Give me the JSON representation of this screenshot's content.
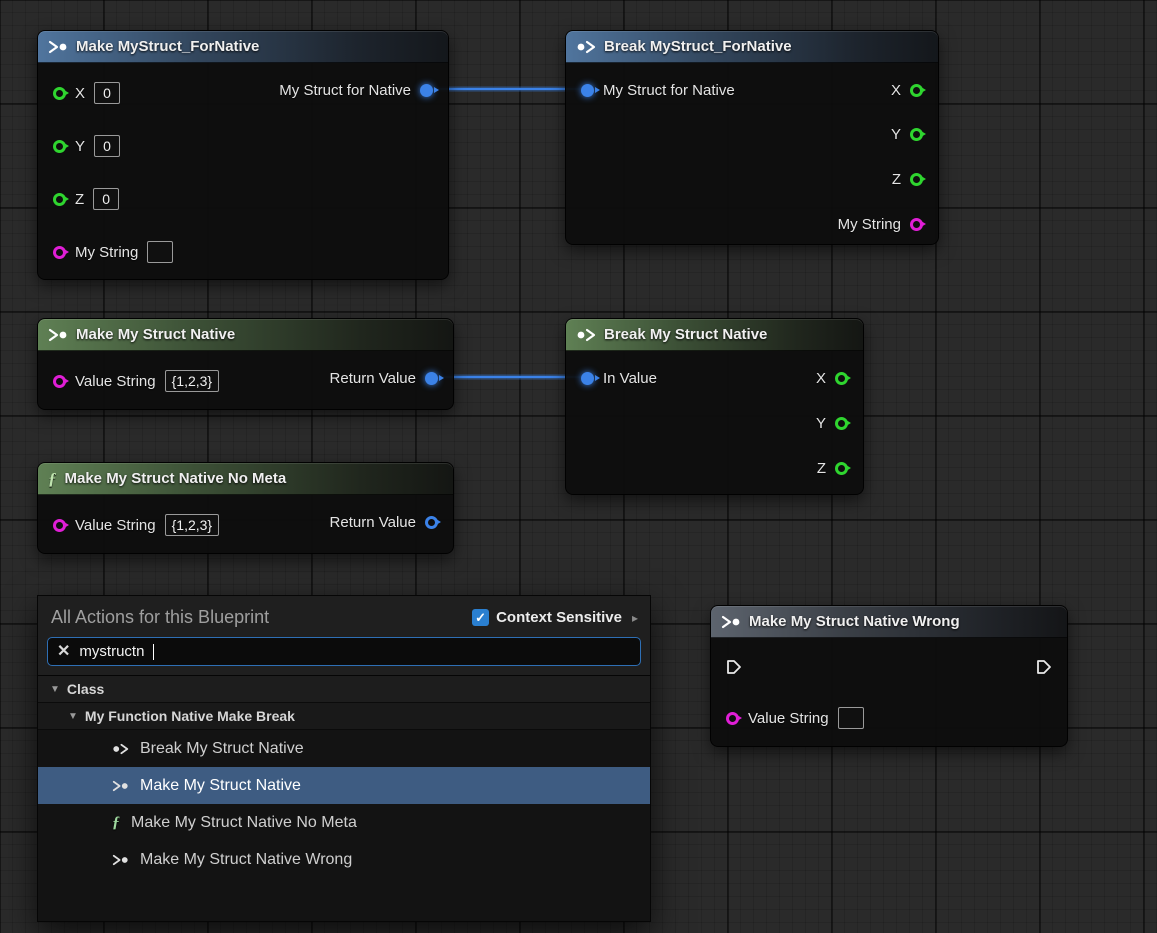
{
  "colors": {
    "pin_int": "#2fd52f",
    "pin_string": "#e01ed6",
    "pin_struct": "#3b82e8",
    "pin_exec": "#ffffff",
    "selection": "#3e5c82",
    "checkbox": "#2a7fd0",
    "wire": "#3b82e8"
  },
  "icons": {
    "check": "✓",
    "clear": "✕",
    "tri_down": "▼",
    "tri_right": "▸",
    "fn": "ƒ"
  },
  "nodes": [
    {
      "title": "Make MyStruct_ForNative",
      "inputs": [
        {
          "label": "X",
          "value": "0"
        },
        {
          "label": "Y",
          "value": "0"
        },
        {
          "label": "Z",
          "value": "0"
        },
        {
          "label": "My String",
          "value": ""
        }
      ],
      "outputs": [
        {
          "label": "My Struct for Native"
        }
      ]
    },
    {
      "title": "Break MyStruct_ForNative",
      "inputs": [
        {
          "label": "My Struct for Native"
        }
      ],
      "outputs": [
        {
          "label": "X"
        },
        {
          "label": "Y"
        },
        {
          "label": "Z"
        },
        {
          "label": "My String"
        }
      ]
    },
    {
      "title": "Make My Struct Native",
      "inputs": [
        {
          "label": "Value String",
          "value": "{1,2,3}"
        }
      ],
      "outputs": [
        {
          "label": "Return Value"
        }
      ]
    },
    {
      "title": "Break My Struct Native",
      "inputs": [
        {
          "label": "In Value"
        }
      ],
      "outputs": [
        {
          "label": "X"
        },
        {
          "label": "Y"
        },
        {
          "label": "Z"
        }
      ]
    },
    {
      "title": "Make My Struct Native No Meta",
      "inputs": [
        {
          "label": "Value String",
          "value": "{1,2,3}"
        }
      ],
      "outputs": [
        {
          "label": "Return Value"
        }
      ]
    },
    {
      "title": "Make My Struct Native Wrong",
      "inputs": [
        {
          "label": "Value String",
          "value": ""
        }
      ],
      "outputs": []
    }
  ],
  "menu": {
    "title": "All Actions for this Blueprint",
    "context_sensitive": "Context Sensitive",
    "search": {
      "value": "mystructn"
    },
    "category": "Class",
    "subcategory": "My Function Native Make Break",
    "items": [
      {
        "label": "Break My Struct Native"
      },
      {
        "label": "Make My Struct Native"
      },
      {
        "label": "Make My Struct Native No Meta"
      },
      {
        "label": "Make My Struct Native Wrong"
      }
    ]
  }
}
